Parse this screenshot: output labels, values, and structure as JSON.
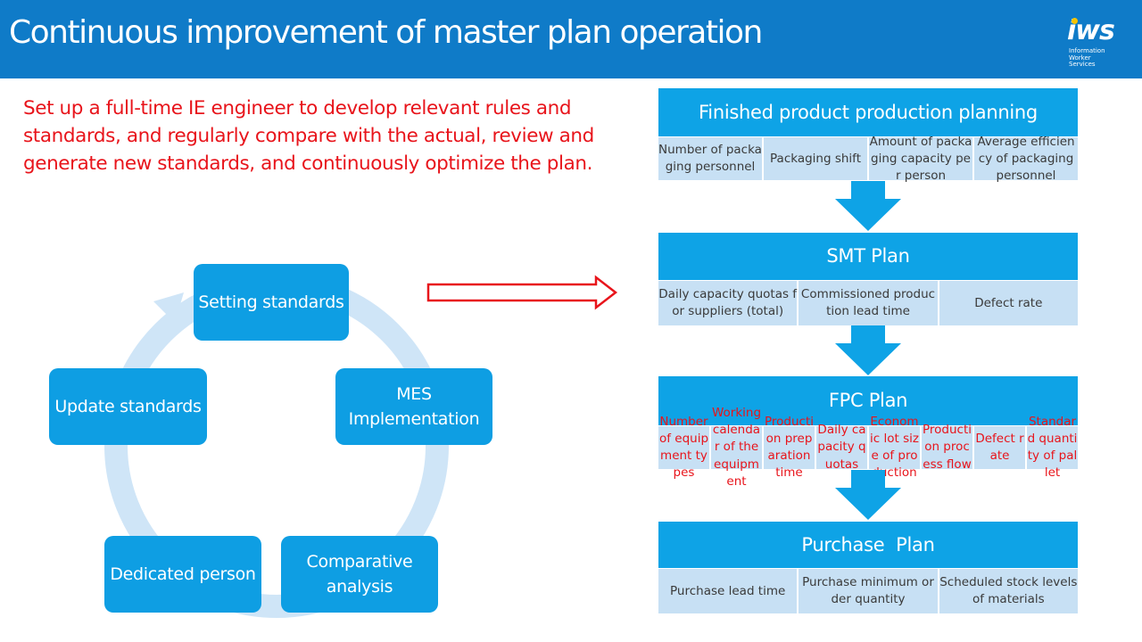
{
  "title": "Continuous improvement of master plan operation",
  "logo": {
    "mark": "iws",
    "lines": [
      "Information",
      "Worker",
      "Services"
    ]
  },
  "intro": "Set up a full-time IE engineer to develop relevant rules and standards, and regularly compare with the actual, review and generate new standards, and continuously optimize the plan.",
  "cycle": {
    "setting": "Setting standards",
    "mes": "MES Implementation",
    "comparative": "Comparative analysis",
    "dedicated": "Dedicated person",
    "update": "Update standards"
  },
  "plans": {
    "finished": {
      "title": "Finished product production planning",
      "items": [
        "Number of packaging personnel",
        "Packaging shift",
        "Amount of packaging capacity per person",
        "Average efficiency of packaging personnel"
      ]
    },
    "smt": {
      "title": "SMT Plan",
      "items": [
        "Daily capacity quotas for suppliers (total)",
        "Commissioned production lead time",
        "Defect rate"
      ]
    },
    "fpc": {
      "title": "FPC Plan",
      "items": [
        "Number of equipment types",
        "Working calendar of the equipment",
        "Production preparation time",
        "Daily capacity quotas",
        "Economic lot size of production",
        "Production process flow",
        "Defect rate",
        "Standard quantity of pallet"
      ]
    },
    "purchase": {
      "title": "Purchase  Plan",
      "items": [
        "Purchase lead time",
        "Purchase minimum order quantity",
        "Scheduled stock levels of materials"
      ]
    }
  },
  "colors": {
    "header": "#0f7bc8",
    "node": "#0e9ee3",
    "cell": "#c7e0f4",
    "accent_red": "#e8141b",
    "ring": "#cfe5f7"
  }
}
